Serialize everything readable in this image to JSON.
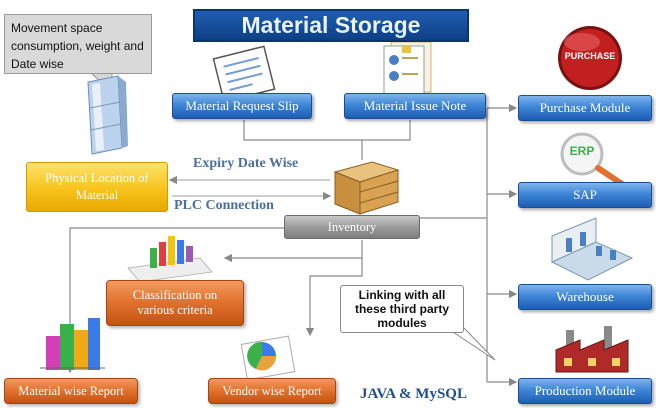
{
  "title": "Material Storage",
  "top_boxes": {
    "request_slip": "Material Request Slip",
    "issue_note": "Material Issue Note"
  },
  "left": {
    "callout": "Movement space consumption, weight and Date wise",
    "physical_location": "Physical Location of Material",
    "expiry_label": "Expiry Date Wise",
    "plc_label": "PLC Connection"
  },
  "center": {
    "inventory": "Inventory",
    "classification": "Classification on various criteria",
    "material_report": "Material wise Report",
    "vendor_report": "Vendor wise Report",
    "linking_callout": "Linking with all these third party modules",
    "tech_label": "JAVA & MySQL"
  },
  "right": {
    "purchase_module": "Purchase Module",
    "purchase_badge": "PURCHASE",
    "sap": "SAP",
    "erp_badge": "ERP",
    "warehouse": "Warehouse",
    "production_module": "Production Module"
  },
  "colors": {
    "blue": "#2f73c9",
    "orange": "#e0702c",
    "yellow": "#f7c31c",
    "gray": "#9b9b9b",
    "title_blue": "#0d3f86",
    "purchase_red": "#b01818"
  }
}
